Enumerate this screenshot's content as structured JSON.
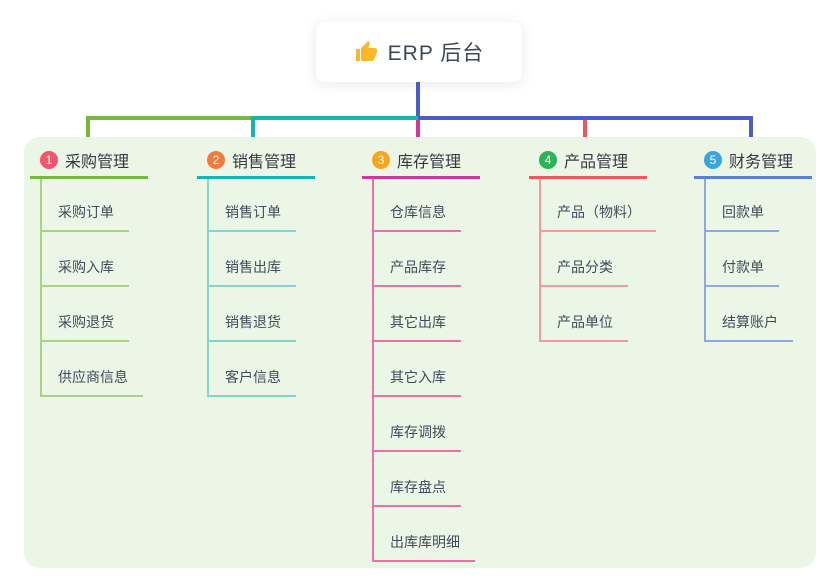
{
  "root": {
    "label": "ERP 后台",
    "icon": "thumbs-up-icon",
    "icon_color": "#f7b928",
    "connector_color": "#4a5cc5"
  },
  "canvas": {
    "background_color": "#ffffff",
    "panel_color": "#ecf6e6"
  },
  "branches": [
    {
      "number": "1",
      "label": "采购管理",
      "badge_color": "#f2566f",
      "line_color": "#76b83d",
      "child_line_color": "#a9d287",
      "children": [
        "采购订单",
        "采购入库",
        "采购退货",
        "供应商信息"
      ]
    },
    {
      "number": "2",
      "label": "销售管理",
      "badge_color": "#f37a3b",
      "line_color": "#12b8ae",
      "child_line_color": "#82d6cb",
      "children": [
        "销售订单",
        "销售出库",
        "销售退货",
        "客户信息"
      ]
    },
    {
      "number": "3",
      "label": "库存管理",
      "badge_color": "#f7a51b",
      "line_color": "#cf3897",
      "child_line_color": "#ef6fa9",
      "children": [
        "仓库信息",
        "产品库存",
        "其它出库",
        "其它入库",
        "库存调拨",
        "库存盘点",
        "出库库明细"
      ]
    },
    {
      "number": "4",
      "label": "产品管理",
      "badge_color": "#2eb258",
      "line_color": "#f2555c",
      "child_line_color": "#f49a9e",
      "children": [
        "产品（物料）",
        "产品分类",
        "产品单位"
      ]
    },
    {
      "number": "5",
      "label": "财务管理",
      "badge_color": "#38a5de",
      "line_color": "#5b7fd6",
      "child_line_color": "#8ea8e3",
      "children": [
        "回款单",
        "付款单",
        "结算账户"
      ]
    }
  ]
}
